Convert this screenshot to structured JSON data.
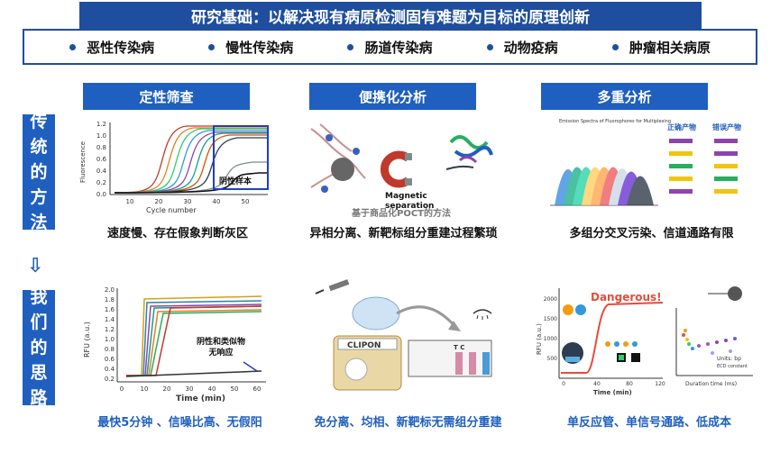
{
  "header": {
    "title": "研究基础：以解决现有病原检测固有难题为目标的原理创新"
  },
  "diseases": [
    "恶性传染病",
    "慢性传染病",
    "肠道传染病",
    "动物疫病",
    "肿瘤相关病原"
  ],
  "columns": [
    {
      "title": "定性筛查"
    },
    {
      "title": "便携化分析"
    },
    {
      "title": "多重分析"
    }
  ],
  "left": {
    "traditional": [
      "传",
      "统",
      "的",
      "方",
      "法"
    ],
    "arrow": "⇩",
    "ours": [
      "我",
      "们",
      "的",
      "思",
      "路"
    ]
  },
  "traditional_row": {
    "captions": [
      "速度慢、存在假象判断灰区",
      "异相分离、新靶标组分重建过程繁琐",
      "多组分交叉污染、信道通路有限"
    ],
    "panel1": {
      "ylabel": "Fluorescence",
      "xlabel": "Cycle number",
      "yticks": [
        "1.2",
        "1.0",
        "0.8",
        "0.6",
        "0.4",
        "0.2",
        "0.0"
      ],
      "xticks": [
        "10",
        "20",
        "30",
        "40",
        "50"
      ],
      "negative_label": "阴性样本"
    },
    "panel2": {
      "magnetic_label": "Magnetic",
      "separation_label": "separation",
      "caption": "基于商品化POCT的方法"
    },
    "panel3": {
      "spectra_title": "Emission Spectra of Fluorophores for Multiplexing",
      "correct": "正确产物",
      "wrong": "错误产物"
    }
  },
  "our_row": {
    "captions": [
      "最快5分钟 、信噪比高、无假阳",
      "免分离、均相、新靶标无需组分重建",
      "单反应管、单信号通路、低成本"
    ],
    "panel1": {
      "ylabel": "RFU (a.u.)",
      "xlabel": "Time (min)",
      "yticks": [
        "2.0",
        "1.8",
        "1.6",
        "1.4",
        "1.2",
        "1.0",
        "0.8",
        "0.6",
        "0.4",
        "0.2"
      ],
      "xticks": [
        "0",
        "10",
        "20",
        "30",
        "40",
        "50",
        "60"
      ],
      "note_line1": "阴性和类似物",
      "note_line2": "无响应"
    },
    "panel2": {
      "device_label": "CLIPON",
      "tc": "T  C"
    },
    "panel3": {
      "ylabel": "RFU (a.u.)",
      "xlabel": "Time (min)",
      "xticks": [
        "0",
        "40",
        "80",
        "120"
      ],
      "yticks": [
        "2000",
        "1500",
        "1000",
        "500"
      ],
      "badge": "Dangerous!",
      "units": "Units: bp",
      "ecd": "ECD constant",
      "duration": "Duration time (ms)"
    }
  }
}
